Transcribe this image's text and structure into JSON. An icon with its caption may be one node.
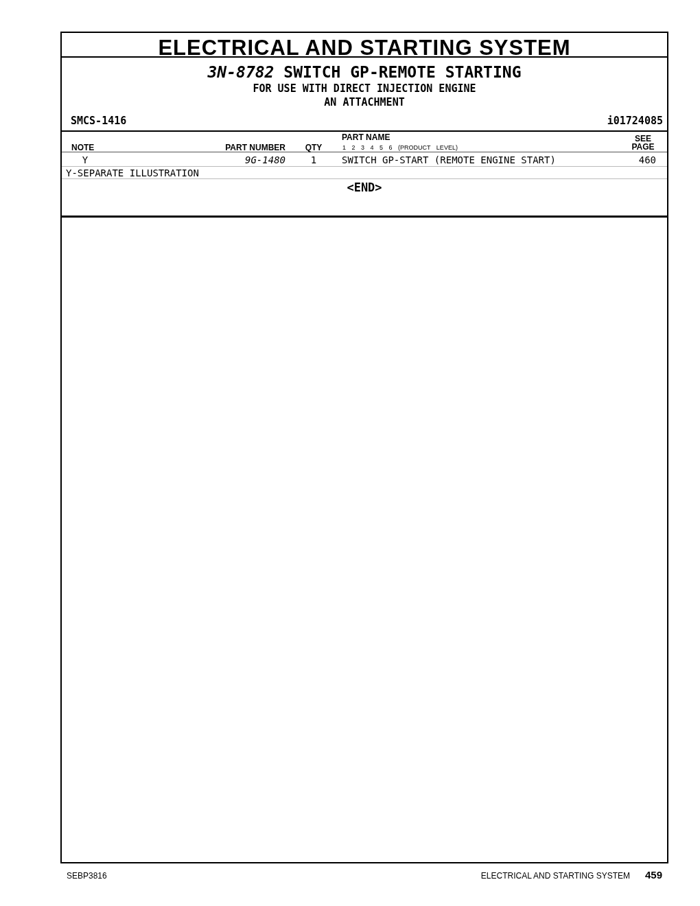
{
  "diagram": {
    "title": "ELECTRICAL AND STARTING SYSTEM",
    "labels": [
      "*3N-8782* SWITCH GP-REMOTE STARTING",
      "FOR USE WITH DIRECT INJECTION ENGINE",
      "AN ATTACHMENT",
      "SMCS-1416",
      "i01724085",
      "PART NAME",
      "SEE PAGE",
      "NOTE",
      "PART NUMBER",
      "QTY",
      "1 2 3 4 5 6 (PRODUCT LEVEL)",
      "Y",
      "9G-1480",
      "1",
      "SWITCH GP-START (REMOTE ENGINE START)",
      "460",
      "Y-SEPARATE ILLUSTRATION",
      "<END>",
      "SEBP3816",
      "ELECTRICAL AND STARTING SYSTEM",
      "459"
    ]
  }
}
